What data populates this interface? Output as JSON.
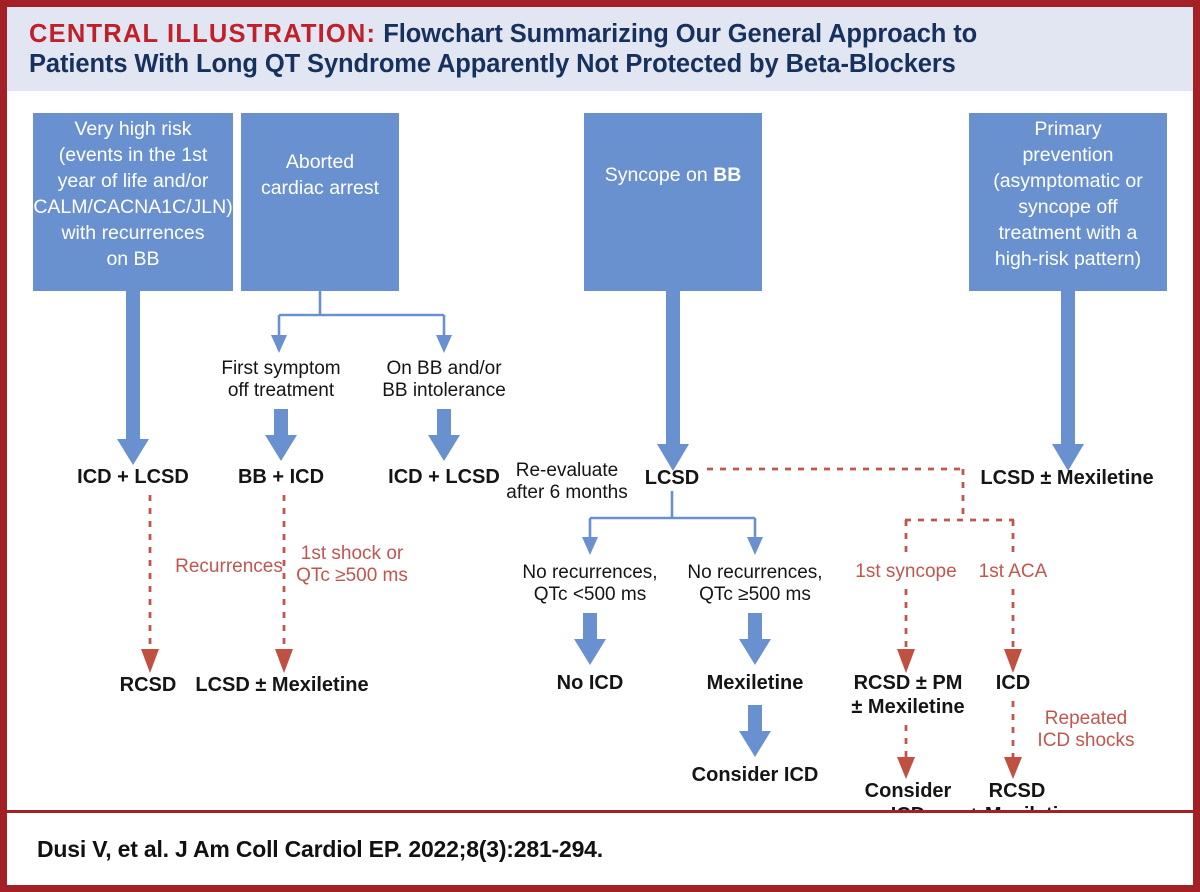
{
  "header": {
    "tag": "CENTRAL ILLUSTRATION:",
    "title": "Flowchart Summarizing Our General Approach to Patients With Long QT Syndrome Apparently Not Protected by Beta-Blockers",
    "line1": "Flowchart Summarizing Our General Approach to",
    "line2": "Patients With Long QT Syndrome Apparently Not Protected by Beta-Blockers"
  },
  "citation": "Dusi V, et al. J Am Coll Cardiol EP. 2022;8(3):281-294.",
  "colors": {
    "box_blue": "#6a91cf",
    "accent_red": "#c1564f",
    "border_red": "#a32026",
    "header_band": "#e2e6f2",
    "title_navy": "#17315e",
    "tag_red": "#c0202a"
  },
  "boxes": [
    {
      "id": "very-high-risk",
      "lines": [
        "Very high risk",
        "(events in the 1st",
        "year of life and/or",
        "CALM/CACNA1C/JLN)",
        "with recurrences",
        "on BB"
      ]
    },
    {
      "id": "aborted-cardiac-arrest",
      "lines": [
        "Aborted",
        "cardiac arrest"
      ]
    },
    {
      "id": "syncope-on-bb",
      "lines": [
        "Syncope on BB"
      ],
      "bold_token": "BB"
    },
    {
      "id": "primary-prevention",
      "lines": [
        "Primary",
        "prevention",
        "(asymptomatic or",
        "syncope off",
        "treatment with a",
        "high-risk pattern)"
      ]
    }
  ],
  "nodes": {
    "icd_lcsd_1": "ICD + LCSD",
    "bb_icd": "BB + ICD",
    "icd_lcsd_2": "ICD + LCSD",
    "lcsd": "LCSD",
    "lcsd_mex_right": "LCSD ± Mexiletine",
    "rcsd_1": "RCSD",
    "lcsd_mex_1": "LCSD ± Mexiletine",
    "no_icd": "No ICD",
    "mexiletine": "Mexiletine",
    "consider_icd_mid": "Consider ICD",
    "rcsd_pm_l1": "RCSD ± PM",
    "rcsd_pm_l2": "± Mexiletine",
    "icd_right": "ICD",
    "consider_icd_l1": "Consider",
    "consider_icd_l2": "ICD",
    "rcsd_r_l1": "RCSD",
    "rcsd_r_l2": "± Mexiletine"
  },
  "branch_labels": {
    "first_symptom_l1": "First symptom",
    "first_symptom_l2": "off treatment",
    "on_bb_l1": "On BB and/or",
    "on_bb_l2": "BB intolerance",
    "reevaluate_l1": "Re-evaluate",
    "reevaluate_l2": "after 6 months",
    "no_rec_lt_l1": "No recurrences,",
    "no_rec_lt_l2": "QTc <500 ms",
    "no_rec_ge_l1": "No recurrences,",
    "no_rec_ge_l2": "QTc ≥500 ms"
  },
  "red_labels": {
    "recurrences": "Recurrences",
    "shock_l1": "1st shock or",
    "shock_l2": "QTc ≥500 ms",
    "first_syncope": "1st syncope",
    "first_aca": "1st ACA",
    "repeated_l1": "Repeated",
    "repeated_l2": "ICD shocks"
  }
}
